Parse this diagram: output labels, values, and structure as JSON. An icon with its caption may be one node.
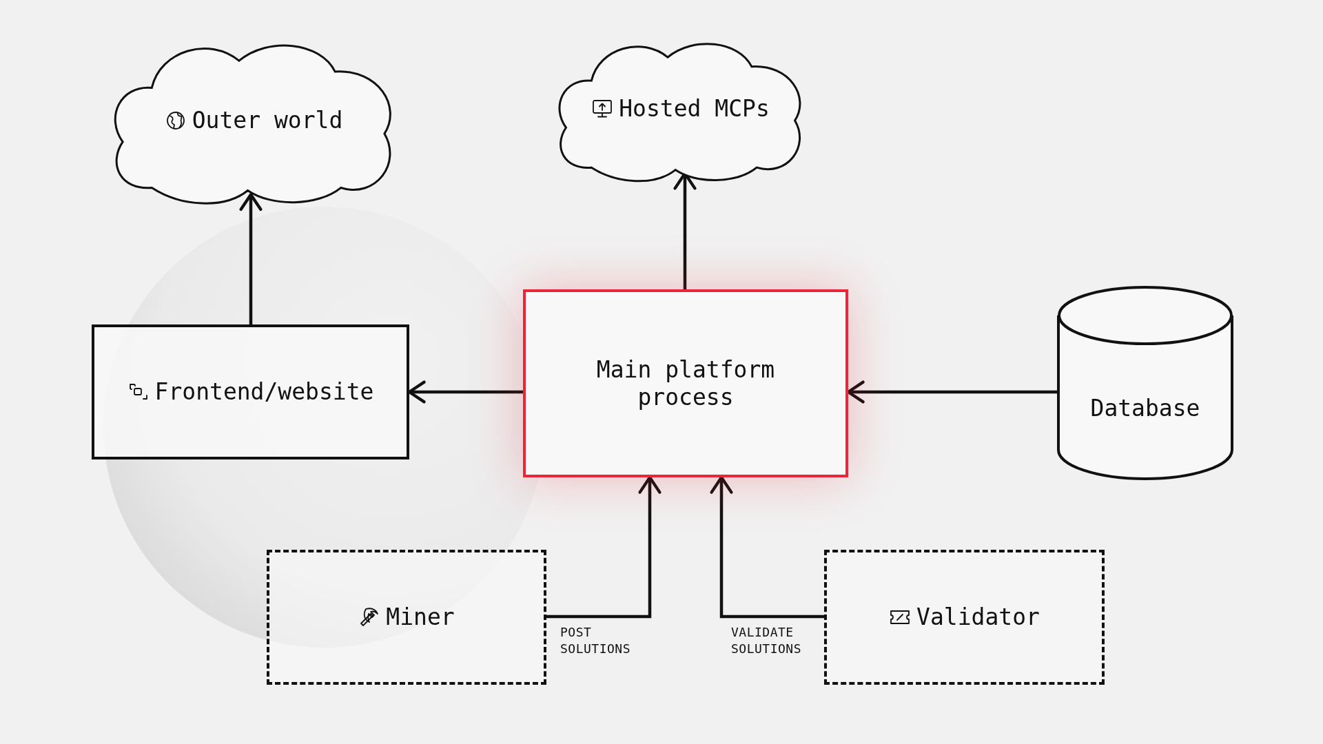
{
  "diagram": {
    "nodes": [
      {
        "text": [
          "Outer world"
        ]
      },
      {
        "text": [
          "Hosted MCPs"
        ]
      },
      {
        "text": [
          "Frontend/website"
        ]
      },
      {
        "text": [
          "Main platform process"
        ]
      },
      {
        "text": [
          "Database"
        ]
      },
      {
        "text": [
          "Miner"
        ]
      },
      {
        "text": [
          "Validator"
        ]
      }
    ],
    "edges": [
      {
        "from": 2,
        "to": 0,
        "arrow": "to"
      },
      {
        "from": 3,
        "to": 1,
        "arrow": "to"
      },
      {
        "from": 3,
        "to": 2,
        "arrow": "to"
      },
      {
        "from": 4,
        "to": 3,
        "arrow": "to"
      },
      {
        "from": 5,
        "to": 3,
        "arrow": "to",
        "label": "POST SOLUTIONS"
      },
      {
        "from": 6,
        "to": 3,
        "arrow": "to",
        "label": "VALIDATE SOLUTIONS"
      }
    ]
  }
}
